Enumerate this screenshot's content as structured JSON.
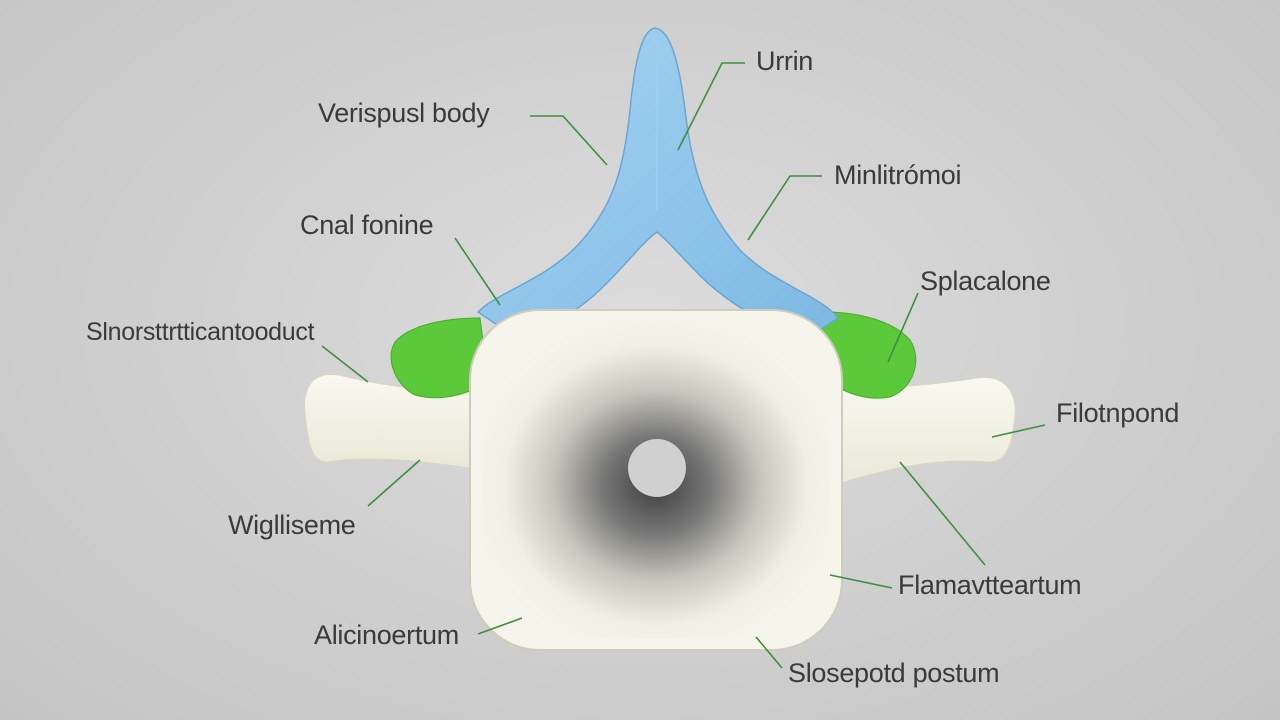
{
  "labels": {
    "top_right": "Urrin",
    "upper_left": "Verispusl body",
    "upper_right": "Minlitrómoi",
    "mid_left": "Cnal fonine",
    "mid_right": "Splacalone",
    "left": "Slnorsttrtticantooduct",
    "right": "Filotnpond",
    "lower_left": "Wiglliseme",
    "lower_right": "Flamavtteartum",
    "bottom_left": "Alicinoertum",
    "bottom_right": "Slosepotd postum"
  },
  "colors": {
    "background": "#cfcfcf",
    "spinous_process": "#8fc6ea",
    "pedicle": "#5cc93a",
    "vertebral_body": "#f3f2e6",
    "leader_line": "#3f8f3f",
    "text": "#3a3a3a"
  }
}
